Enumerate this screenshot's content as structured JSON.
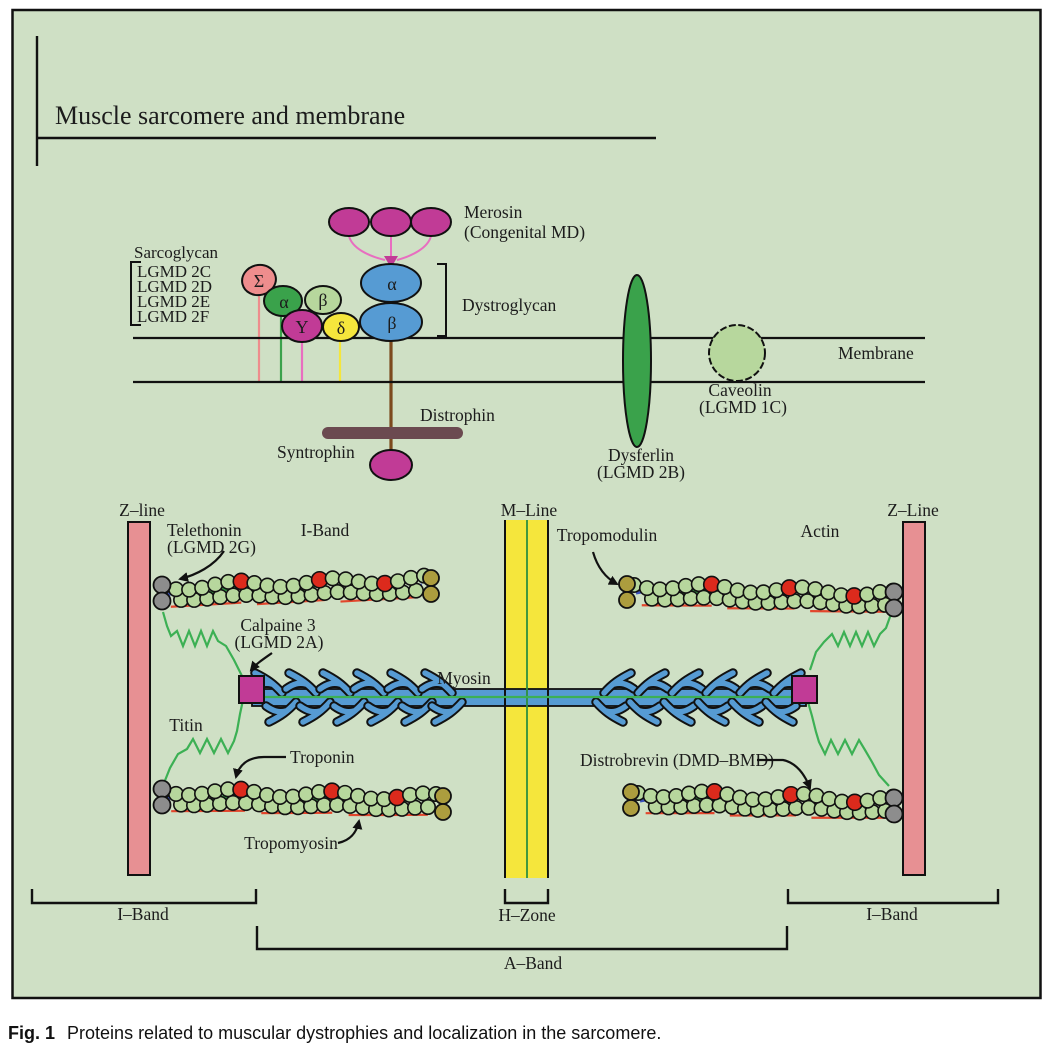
{
  "title": "Muscle sarcomere and membrane",
  "caption": {
    "prefix": "Fig. 1",
    "text": "Proteins related to muscular dystrophies and localization in the sarcomere."
  },
  "membrane": {
    "label": "Membrane",
    "merosin_line1": "Merosin",
    "merosin_line2": "(Congenital MD)",
    "sarcoglycan_heading": "Sarcoglycan",
    "sarcoglycan_items": [
      "LGMD 2C",
      "LGMD 2D",
      "LGMD 2E",
      "LGMD 2F"
    ],
    "sarcoglycan_subunits": {
      "sigma": "Σ",
      "alpha": "α",
      "beta": "β",
      "gamma": "Y",
      "delta": "δ"
    },
    "dystroglycan_label": "Dystroglycan",
    "dystroglycan_alpha": "α",
    "dystroglycan_beta": "β",
    "distrophin": "Distrophin",
    "syntrophin": "Syntrophin",
    "dysferlin_line1": "Dysferlin",
    "dysferlin_line2": "(LGMD 2B)",
    "caveolin_line1": "Caveolin",
    "caveolin_line2": "(LGMD 1C)"
  },
  "sarcomere": {
    "z_line_left": "Z–line",
    "z_line_right": "Z–Line",
    "m_line": "M–Line",
    "telethonin_line1": "Telethonin",
    "telethonin_line2": "(LGMD 2G)",
    "i_band_top": "I-Band",
    "tropomodulin": "Tropomodulin",
    "actin": "Actin",
    "calpaine_line1": "Calpaine 3",
    "calpaine_line2": "(LGMD 2A)",
    "myosin": "Myosin",
    "titin": "Titin",
    "troponin": "Troponin",
    "tropomyosin": "Tropomyosin",
    "distrobrevin": "Distrobrevin (DMD–BMD)",
    "h_zone": "H–Zone",
    "a_band": "A–Band",
    "i_band_left": "I–Band",
    "i_band_right": "I–Band"
  },
  "colors": {
    "panel_bg": "#cfe0c5",
    "salmon": "#ee8d8d",
    "zline_fill": "#e79093",
    "green_dark": "#3aa24b",
    "light_green": "#b7d79d",
    "magenta": "#c13b96",
    "pink_line": "#e86ec0",
    "yellow": "#f5e63c",
    "blue": "#569bd3",
    "maroon": "#6b4a50",
    "brown": "#7c4a1e",
    "red": "#dc2a1c",
    "red_line": "#e2462c",
    "olive": "#ac9d3e",
    "gray": "#8d8d8d",
    "blue_dash": "#3a50bb",
    "titin_green": "#3cb054",
    "tropomyosin_green": "#2e8f3e"
  }
}
